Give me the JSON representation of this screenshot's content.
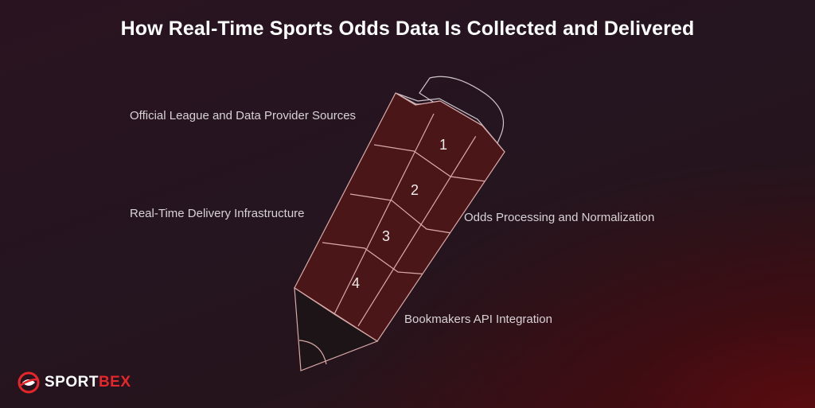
{
  "title": "How Real-Time Sports Odds Data Is Collected and Delivered",
  "steps": [
    {
      "number": "1",
      "label": "Official League and Data Provider Sources"
    },
    {
      "number": "2",
      "label": "Odds Processing and Normalization"
    },
    {
      "number": "3",
      "label": "Real-Time Delivery Infrastructure"
    },
    {
      "number": "4",
      "label": "Bookmakers API Integration"
    }
  ],
  "brand": {
    "name": "SPORTBEX",
    "name_part1": "SPORT",
    "name_part2": "BEX"
  },
  "colors": {
    "pencil_body": "#4a1618",
    "pencil_line": "#d9a9a9",
    "tip": "#1c1416",
    "accent": "#e5262b"
  }
}
